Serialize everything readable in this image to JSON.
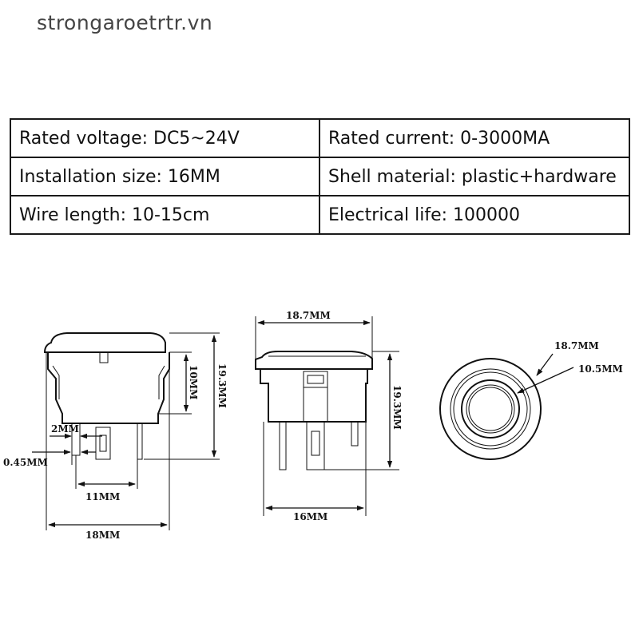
{
  "watermark": "strongaroetrtr.vn",
  "specs": {
    "rows": [
      [
        "Rated voltage: DC5~24V",
        "Rated current: 0-3000MA"
      ],
      [
        "Installation size: 16MM",
        "Shell material: plastic+hardware"
      ],
      [
        "Wire length: 10-15cm",
        "Electrical life: 100000"
      ]
    ]
  },
  "drawing": {
    "side_view": {
      "height_total": "19.3MM",
      "height_body": "10MM",
      "pin_width": "2MM",
      "pin_thickness": "0.45MM",
      "pin_spacing": "11MM",
      "width": "18MM"
    },
    "front_view": {
      "width_top": "18.7MM",
      "height_total": "19.3MM",
      "width_bottom": "16MM"
    },
    "top_view": {
      "outer_diameter": "18.7MM",
      "button_diameter": "10.5MM"
    }
  }
}
